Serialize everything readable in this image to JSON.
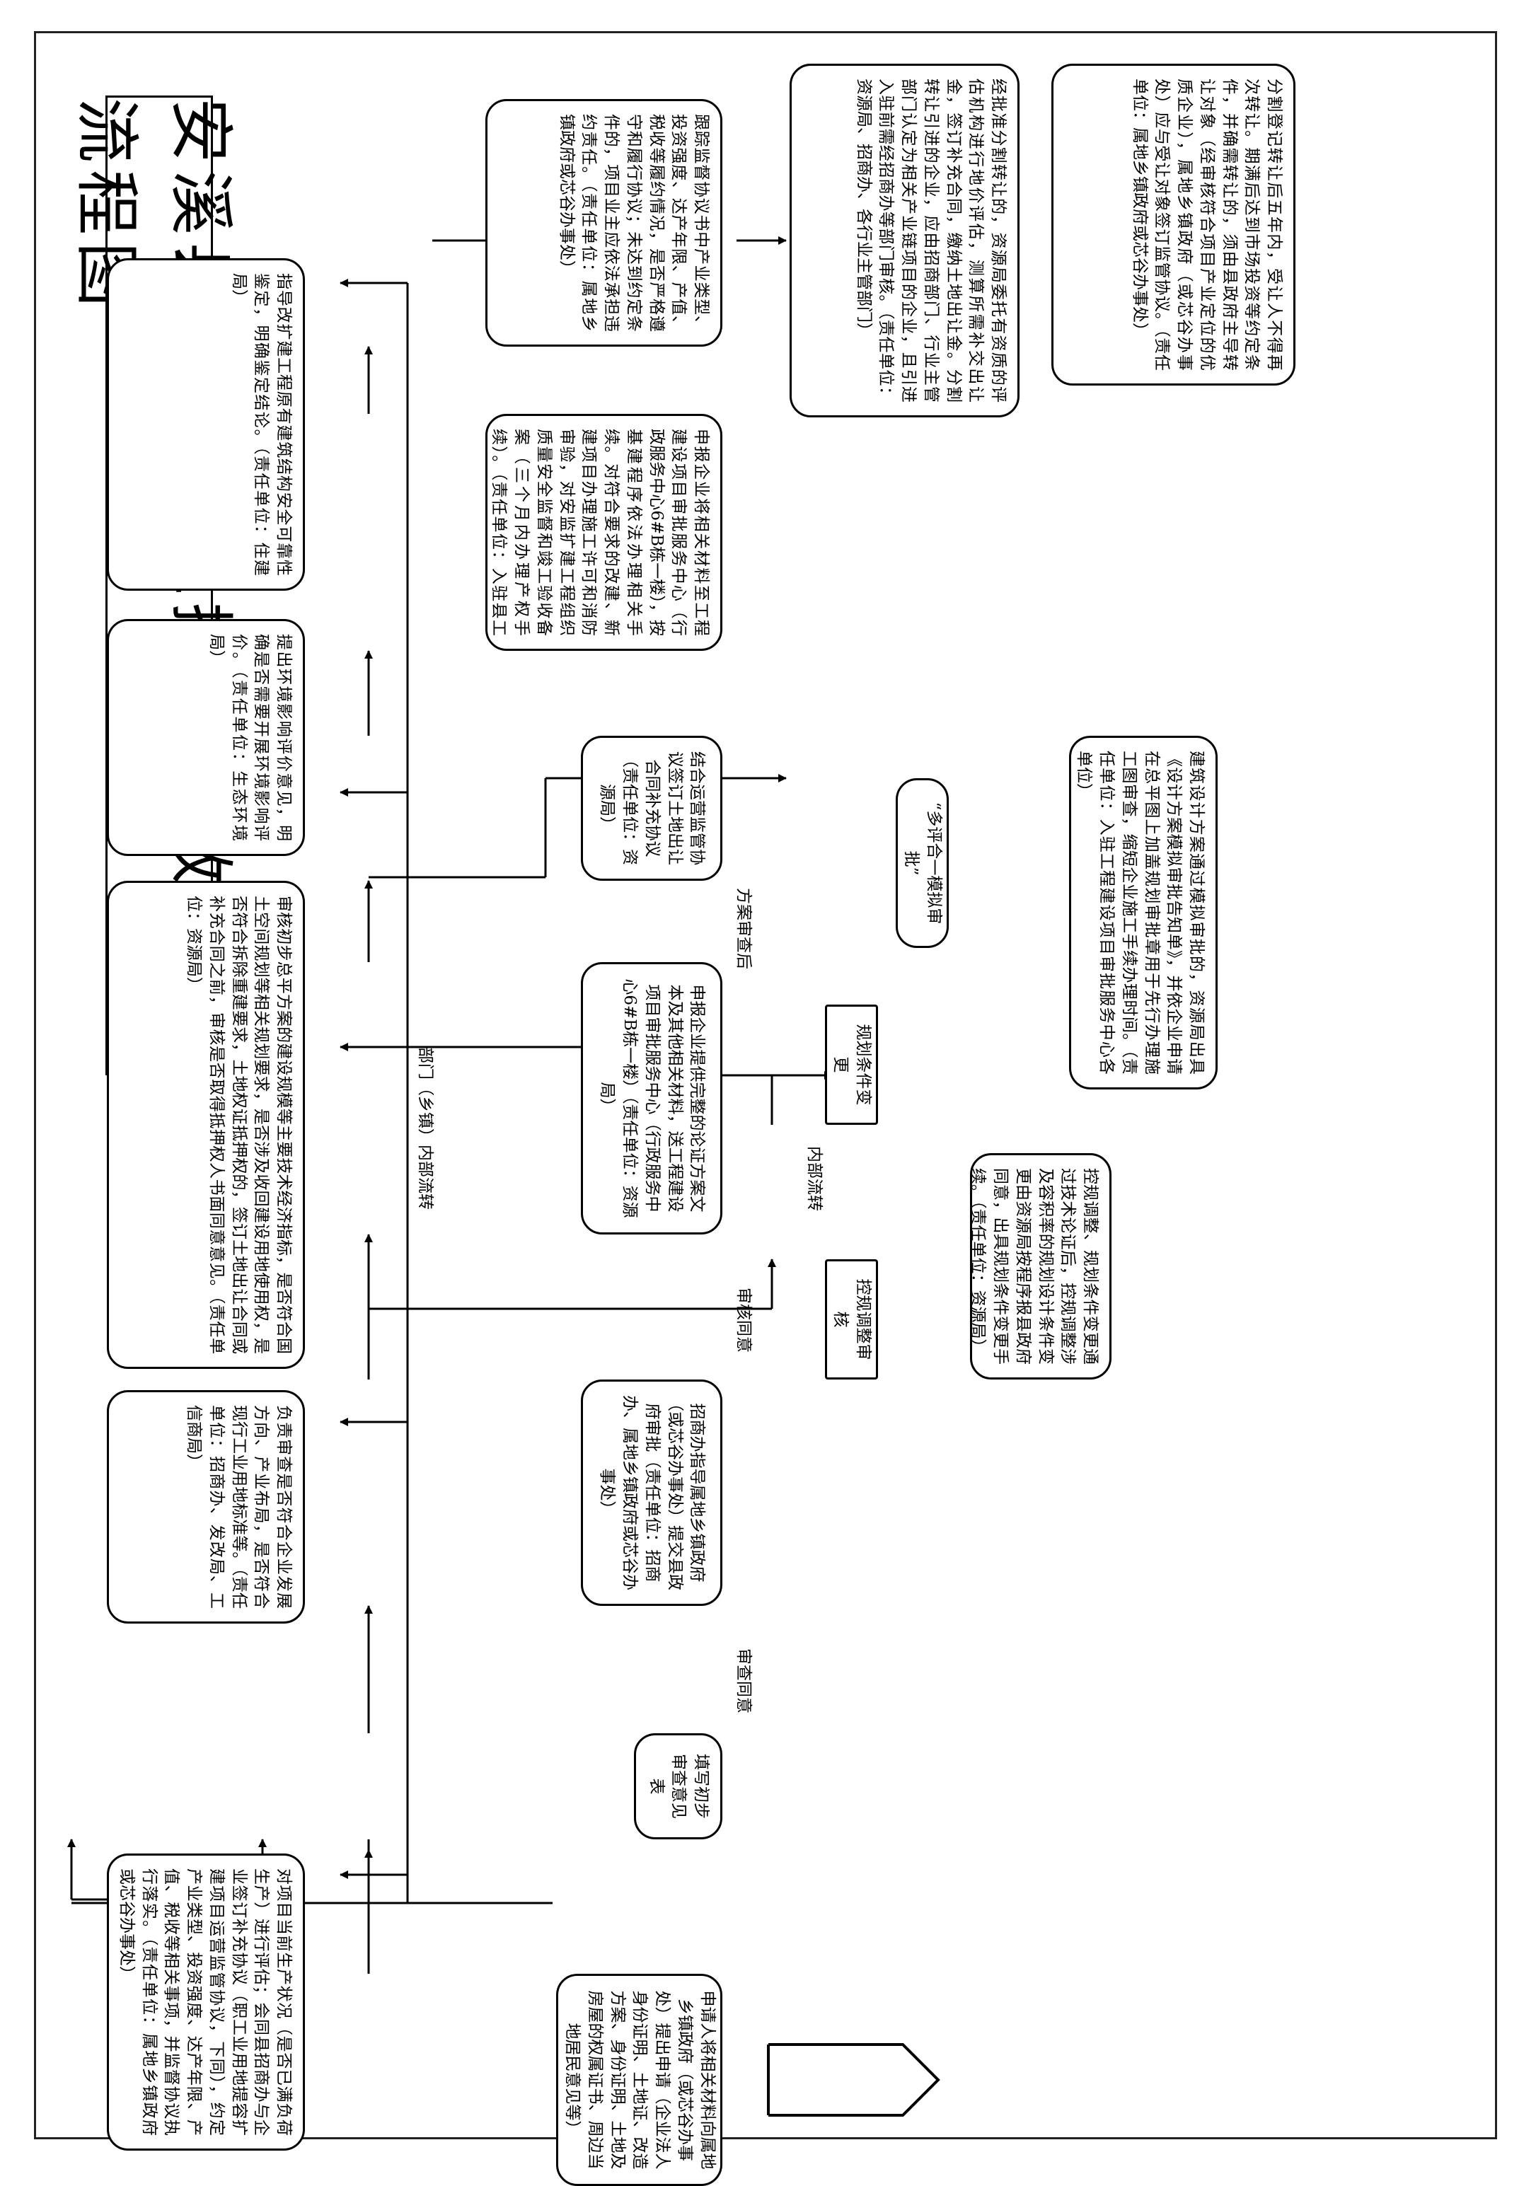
{
  "title": "安溪县工业企业提容增效申报流程图",
  "flow": {
    "start_arrow": "hollow-up-arrow-icon",
    "nodes": {
      "apply": "申请人将相关材料向属地乡镇政府（或芯谷办事处）提出申请（企业法人身份证明、土地证、改造方案、身份证明、土地及房屋的权属证书、周边当地居民意见等）",
      "preliminary_review": "填写初步审查意见表",
      "investment_guidance": "招商办指导属地乡镇政府（或芯谷办事处）提交县政府审批（责任单位：招商办、属地乡镇政府或芯谷办事处）",
      "planning_review": "控规调整审核",
      "planning_change": "规划条件变更",
      "planning_adjust": "控规调整、规划条件变更通过技术论证后，控规调整涉及容积率的规划设计条件变更由资源局按程序报县政府同意，出具规划条件变更手续。（责任单位：资源局）",
      "submit_materials": "申报企业提供完整的论证方案文本及其他相关材料，送工程建设项目审批服务中心（行政服务中心6#B栋一楼）（责任单位：资源局）",
      "multi_review": "“多评合一模拟审批”",
      "design_scheme": "建筑设计方案通过模拟审批的，资源局出具《设计方案模拟审批告知单》，并依企业申请在总平图上加盖规划审批章用于先行办理施工图审查，缩短企业施工手续办理时间。（责任单位：入驻工程建设项目审批服务中心各单位）",
      "land_contract": "结合运营监管协议签订土地出让合同补充协议（责任单位：资源局）",
      "construction_permit": "申报企业将相关材料至工程建设项目审批服务中心（行政服务中心6#B栋一楼），按基建程序依法办理相关手续。对符合要求的改建、新建项目办理施工许可和消防审验，对安监扩建工程组织质量安全监督和竣工验收备案（三个月内办理产权手续）。（责任单位：入驻县工程建设项目审批服务中心各单位）",
      "tracking": "跟踪监督协议书中产业类型、投资强度、达产年限、产值、税收等履约情况，是否严格遵守和履行协议；未达到约定条件的，项目业主应依法承担违约责任。（责任单位：属地乡镇政府或芯谷办事处）",
      "transfer_approval": "经批准分割转让的，资源局委托有资质的评估机构进行地价评估，测算所需补交出让金，签订补充合同，缴纳土地出让金。分割转让引进的企业，应由招商部门、行业主管部门认定为相关产业链项目的企业，且引进入驻前需经招商办等部门审核。（责任单位：资源局、招商办、各行业主管部门）",
      "transfer_limit": "分割登记转让后五年内，受让人不得再次转让。期满后达到市场投资等约定条件，并确需转让的，须由县政府主导转让对象（经审核符合项目产业定位的优质企业），属地乡镇政府（或芯谷办事处）应与受让对象签订监管协议。（责任单位：属地乡镇政府或芯谷办事处）",
      "bottom_1": "对项目当前生产状况（是否已满负荷生产）进行评估；会同县招商办与企业签订补充协议（职工业用地提容扩建项目运营监管协议，下同），约定产业类型、投资强度、达产年限、产值、税收等相关事项，并监督协议执行落实。（责任单位：属地乡镇政府或芯谷办事处）",
      "bottom_2": "负责审查是否符合企业发展方向、产业布局，是否符合现行工业用地标准等。（责任单位：招商办、发改局、工信商局）",
      "bottom_3": "审核初步总平方案的建设规模等主要技术经济指标，是否符合国土空间规划等相关规划要求，是否涉及收回建设用地使用权，是否符合拆除重建要求，土地权证抵押权的，签订土地出让合同或补充合同之前，审核是否取得抵押权人书面同意意见。（责任单位：资源局）",
      "bottom_4": "提出环境影响评价意见，明确是否需要开展环境影响评价。（责任单位：生态环境局）",
      "bottom_5": "指导改扩建工程原有建筑结构安全可靠性鉴定，明确鉴定结论。（责任单位：住建局）"
    },
    "labels": {
      "approve_1": "审查同意",
      "approve_2": "审核同意",
      "after_review": "方案审查后",
      "internal_1": "内部流转",
      "internal_2": "部门（乡镇）内部流转"
    }
  }
}
